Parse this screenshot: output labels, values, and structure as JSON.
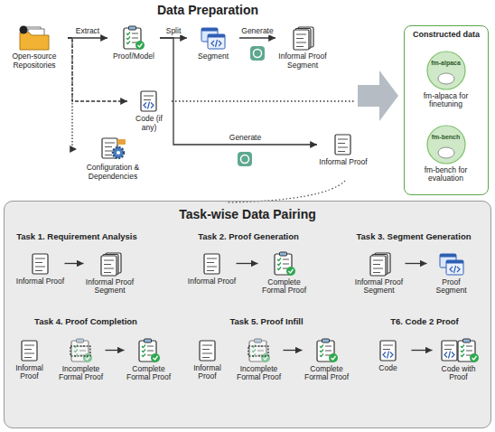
{
  "diagram": {
    "title": "Data Preparation",
    "nodes": [
      {
        "text": [
          "Open-source Repositories"
        ]
      },
      {
        "text": [
          "Proof/Model"
        ]
      },
      {
        "text": [
          "Segment"
        ]
      },
      {
        "text": [
          "Informal Proof Segment"
        ]
      },
      {
        "text": [
          "Code (if any)"
        ]
      },
      {
        "text": [
          "Configuration & Dependencies"
        ]
      },
      {
        "text": [
          "Informal Proof"
        ]
      },
      {
        "text": [
          "Constructed data"
        ]
      },
      {
        "text": [
          "fm-alpaca",
          "fm-alpaca for finetuning"
        ],
        "in": 7
      },
      {
        "text": [
          "fm-bench",
          "fm-bench for evaluation"
        ],
        "in": 7
      },
      {
        "text": [
          "Task-wise Data Pairing"
        ]
      },
      {
        "text": [
          "Informal Proof"
        ],
        "in": 10
      },
      {
        "text": [
          "Informal Proof Segment"
        ],
        "in": 10
      },
      {
        "text": [
          "Informal Proof"
        ],
        "in": 10
      },
      {
        "text": [
          "Complete Formal Proof"
        ],
        "in": 10
      },
      {
        "text": [
          "Informal Proof Segment"
        ],
        "in": 10
      },
      {
        "text": [
          "Proof Segment"
        ],
        "in": 10
      },
      {
        "text": [
          "Informal Proof"
        ],
        "in": 10
      },
      {
        "text": [
          "Incomplete Formal Proof"
        ],
        "in": 10
      },
      {
        "text": [
          "Complete Formal Proof"
        ],
        "in": 10
      },
      {
        "text": [
          "Informal Proof"
        ],
        "in": 10
      },
      {
        "text": [
          "Incomplete Formal Proof"
        ],
        "in": 10
      },
      {
        "text": [
          "Complete Formal Proof"
        ],
        "in": 10
      },
      {
        "text": [
          "Code"
        ],
        "in": 10
      },
      {
        "text": [
          "Code with Proof"
        ],
        "in": 10
      }
    ],
    "edges": [
      {
        "from": 0,
        "to": 1,
        "label": "Extract",
        "arrow": "to"
      },
      {
        "from": 0,
        "to": 4,
        "arrow": "to"
      },
      {
        "from": 0,
        "to": 5,
        "arrow": "to"
      },
      {
        "from": 1,
        "to": 2,
        "label": "Split",
        "arrow": "to"
      },
      {
        "from": 2,
        "to": 3,
        "label": "Generate",
        "arrow": "to"
      },
      {
        "from": 1,
        "to": 6,
        "label": "Generate",
        "arrow": "to"
      },
      {
        "from": 11,
        "to": 12,
        "arrow": "to"
      },
      {
        "from": 13,
        "to": 14,
        "arrow": "to"
      },
      {
        "from": 15,
        "to": 16,
        "arrow": "to"
      },
      {
        "from": 18,
        "to": 19,
        "arrow": "to"
      },
      {
        "from": 21,
        "to": 22,
        "arrow": "to"
      },
      {
        "from": 23,
        "to": 24,
        "arrow": "to"
      }
    ],
    "labels": [
      "Task 1. Requirement Analysis",
      "Task 2. Proof Generation",
      "Task 3. Segment Generation",
      "Task 4. Proof Completion",
      "Task 5. Proof Infill",
      "T6. Code 2 Proof"
    ]
  }
}
